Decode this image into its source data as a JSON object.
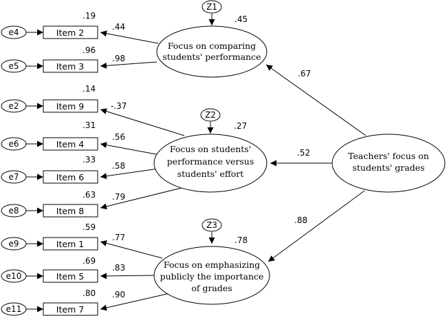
{
  "errors": [
    {
      "id": "e4",
      "label": "e4"
    },
    {
      "id": "e5",
      "label": "e5"
    },
    {
      "id": "e2",
      "label": "e2"
    },
    {
      "id": "e6",
      "label": "e6"
    },
    {
      "id": "e7",
      "label": "e7"
    },
    {
      "id": "e8",
      "label": "e8"
    },
    {
      "id": "e9",
      "label": "e9"
    },
    {
      "id": "e10",
      "label": "e10"
    },
    {
      "id": "e11",
      "label": "e11"
    }
  ],
  "items": [
    {
      "id": "item2",
      "label": "Item 2",
      "r2": ".19",
      "loading": ".44"
    },
    {
      "id": "item3",
      "label": "Item 3",
      "r2": ".96",
      "loading": ".98"
    },
    {
      "id": "item9",
      "label": "Item 9",
      "r2": ".14",
      "loading": "-.37"
    },
    {
      "id": "item4",
      "label": "Item 4",
      "r2": ".31",
      "loading": ".56"
    },
    {
      "id": "item6",
      "label": "Item 6",
      "r2": ".33",
      "loading": ".58"
    },
    {
      "id": "item8",
      "label": "Item 8",
      "r2": ".63",
      "loading": ".79"
    },
    {
      "id": "item1",
      "label": "Item 1",
      "r2": ".59",
      "loading": ".77"
    },
    {
      "id": "item5",
      "label": "Item 5",
      "r2": ".69",
      "loading": ".83"
    },
    {
      "id": "item7",
      "label": "Item 7",
      "r2": ".80",
      "loading": ".90"
    }
  ],
  "factors": [
    {
      "id": "f1",
      "lines": [
        "Focus on comparing",
        "students' performance"
      ],
      "r2": ".45"
    },
    {
      "id": "f2",
      "lines": [
        "Focus on students'",
        "performance versus",
        "students' effort"
      ],
      "r2": ".27"
    },
    {
      "id": "f3",
      "lines": [
        "Focus on emphasizing",
        "publicly the importance",
        "of grades"
      ],
      "r2": ".78"
    }
  ],
  "disturbances": [
    {
      "id": "z1",
      "label": "Z1"
    },
    {
      "id": "z2",
      "label": "Z2"
    },
    {
      "id": "z3",
      "label": "Z3"
    }
  ],
  "main_factor": {
    "lines": [
      "Teachers' focus on",
      "students' grades"
    ]
  },
  "paths": [
    {
      "to": "f1",
      "coef": ".67"
    },
    {
      "to": "f2",
      "coef": ".52"
    },
    {
      "to": "f3",
      "coef": ".88"
    }
  ]
}
